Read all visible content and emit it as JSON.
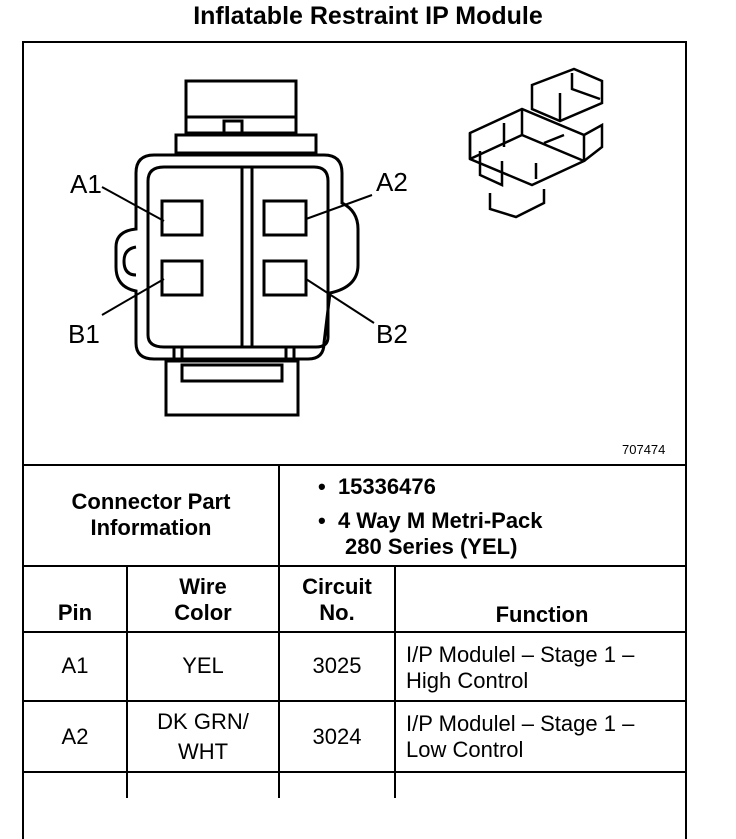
{
  "title": "Inflatable Restraint IP Module",
  "figure_number": "707474",
  "pin_labels": {
    "a1": "A1",
    "a2": "A2",
    "b1": "B1",
    "b2": "B2"
  },
  "connector_info": {
    "label_line1": "Connector Part",
    "label_line2": "Information",
    "bullet": "•",
    "item1": "15336476",
    "item2_line1": "4 Way M Metri-Pack",
    "item2_line2": "280 Series (YEL)"
  },
  "table": {
    "headers": {
      "pin": "Pin",
      "wire_color_1": "Wire",
      "wire_color_2": "Color",
      "circuit_1": "Circuit",
      "circuit_2": "No.",
      "function": "Function"
    },
    "rows": [
      {
        "pin": "A1",
        "wire_1": "YEL",
        "wire_2": "",
        "circuit": "3025",
        "function_1": "I/P Modulel – Stage 1 –",
        "function_2": "High Control"
      },
      {
        "pin": "A2",
        "wire_1": "DK GRN/",
        "wire_2": "WHT",
        "circuit": "3024",
        "function_1": "I/P Modulel – Stage 1 –",
        "function_2": "Low Control"
      }
    ]
  }
}
